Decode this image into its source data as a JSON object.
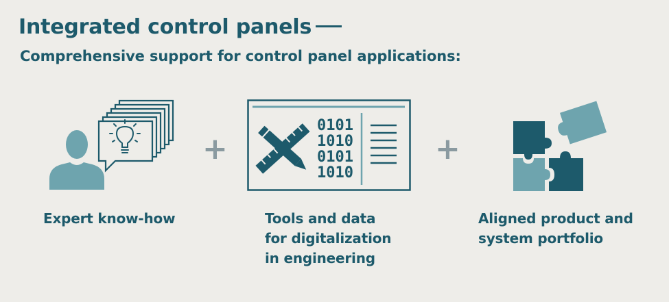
{
  "header": {
    "title": "Integrated control panels",
    "subtitle": "Comprehensive support for control panel applications:"
  },
  "items": [
    {
      "icon": "expert-person-idea-icon",
      "lines": [
        "Expert know-how"
      ]
    },
    {
      "icon": "tools-data-window-icon",
      "lines": [
        "Tools and data",
        "for digitalization",
        "in engineering"
      ],
      "binary": [
        "0101",
        "1010",
        "0101",
        "1010"
      ]
    },
    {
      "icon": "puzzle-pieces-icon",
      "lines": [
        "Aligned product and",
        "system portfolio"
      ]
    }
  ],
  "operators": [
    "+",
    "+"
  ],
  "colors": {
    "background": "#eeede9",
    "dark_teal": "#1d5a6b",
    "light_teal": "#6ea4ae",
    "plus_gray": "#8a9aa0"
  }
}
